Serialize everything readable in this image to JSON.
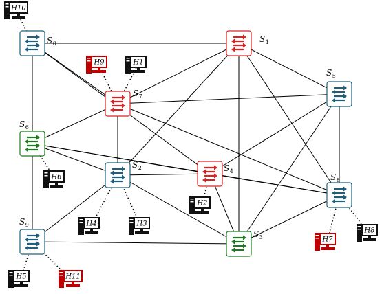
{
  "colors": {
    "blue_stroke": "#1f5f7a",
    "blue_arrow": "#1f5f7a",
    "red_stroke": "#e02020",
    "red_arrow": "#e02020",
    "green_stroke": "#1e7a1e",
    "green_arrow": "#1e7a1e",
    "host_dark": "#111111",
    "host_red": "#c00000",
    "link": "#000000"
  },
  "switches": [
    {
      "id": "S0",
      "letter": "S",
      "index": "0",
      "color": "blue"
    },
    {
      "id": "S1",
      "letter": "S",
      "index": "1",
      "color": "red"
    },
    {
      "id": "S2",
      "letter": "S",
      "index": "2",
      "color": "blue"
    },
    {
      "id": "S3",
      "letter": "S",
      "index": "3",
      "color": "green"
    },
    {
      "id": "S4",
      "letter": "S",
      "index": "4",
      "color": "red"
    },
    {
      "id": "S5",
      "letter": "S",
      "index": "5",
      "color": "blue"
    },
    {
      "id": "S6",
      "letter": "S",
      "index": "6",
      "color": "green"
    },
    {
      "id": "S7",
      "letter": "S",
      "index": "7",
      "color": "red"
    },
    {
      "id": "S8",
      "letter": "S",
      "index": "8",
      "color": "blue"
    },
    {
      "id": "S9",
      "letter": "S",
      "index": "9",
      "color": "blue"
    }
  ],
  "hosts": [
    {
      "id": "H1",
      "label": "H1",
      "color": "dark",
      "switch": "S7"
    },
    {
      "id": "H2",
      "label": "H2",
      "color": "dark",
      "switch": "S4"
    },
    {
      "id": "H3",
      "label": "H3",
      "color": "dark",
      "switch": "S2"
    },
    {
      "id": "H4",
      "label": "H4",
      "color": "dark",
      "switch": "S2"
    },
    {
      "id": "H5",
      "label": "H5",
      "color": "dark",
      "switch": "S9"
    },
    {
      "id": "H6",
      "label": "H6",
      "color": "dark",
      "switch": "S6"
    },
    {
      "id": "H7",
      "label": "H7",
      "color": "red",
      "switch": "S8"
    },
    {
      "id": "H8",
      "label": "H8",
      "color": "dark",
      "switch": "S8"
    },
    {
      "id": "H9",
      "label": "H9",
      "color": "red",
      "switch": "S7"
    },
    {
      "id": "H10",
      "label": "H10",
      "color": "dark",
      "switch": "S0"
    },
    {
      "id": "H11",
      "label": "H11",
      "color": "red",
      "switch": "S9"
    }
  ],
  "links": [
    [
      "S0",
      "S1"
    ],
    [
      "S0",
      "S6"
    ],
    [
      "S0",
      "S7"
    ],
    [
      "S0",
      "S4"
    ],
    [
      "S1",
      "S5"
    ],
    [
      "S1",
      "S7"
    ],
    [
      "S1",
      "S2"
    ],
    [
      "S1",
      "S3"
    ],
    [
      "S1",
      "S8"
    ],
    [
      "S7",
      "S5"
    ],
    [
      "S7",
      "S6"
    ],
    [
      "S7",
      "S2"
    ],
    [
      "S7",
      "S8"
    ],
    [
      "S5",
      "S4"
    ],
    [
      "S5",
      "S8"
    ],
    [
      "S5",
      "S3"
    ],
    [
      "S6",
      "S2"
    ],
    [
      "S6",
      "S4"
    ],
    [
      "S6",
      "S9"
    ],
    [
      "S6",
      "S8"
    ],
    [
      "S2",
      "S4"
    ],
    [
      "S2",
      "S3"
    ],
    [
      "S2",
      "S9"
    ],
    [
      "S4",
      "S3"
    ],
    [
      "S4",
      "S8"
    ],
    [
      "S9",
      "S3"
    ],
    [
      "S3",
      "S8"
    ]
  ]
}
